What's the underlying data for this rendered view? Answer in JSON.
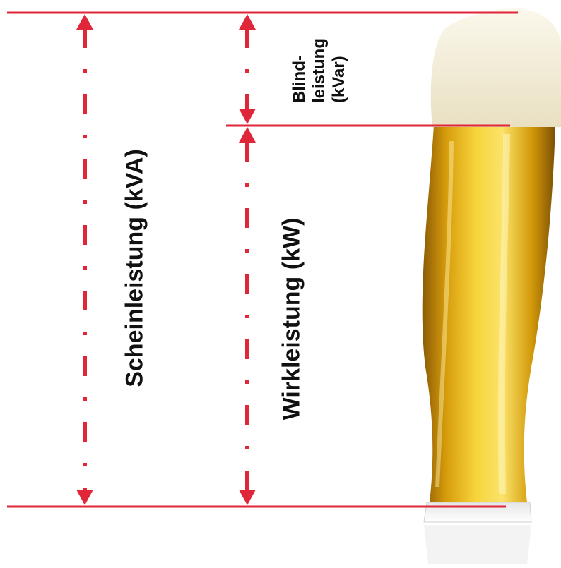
{
  "labels": {
    "apparent_power": "Scheinleistung (kVA)",
    "active_power": "Wirkleistung (kW)",
    "reactive_power_line1": "Blind-",
    "reactive_power_line2": "leistung",
    "reactive_power_line3": "(kVar)"
  },
  "colors": {
    "line": "#e0273a",
    "text": "#111111",
    "beer": "#e4b416",
    "foam": "#f3eedb"
  },
  "icons": {
    "glass": "beer-glass-image"
  }
}
